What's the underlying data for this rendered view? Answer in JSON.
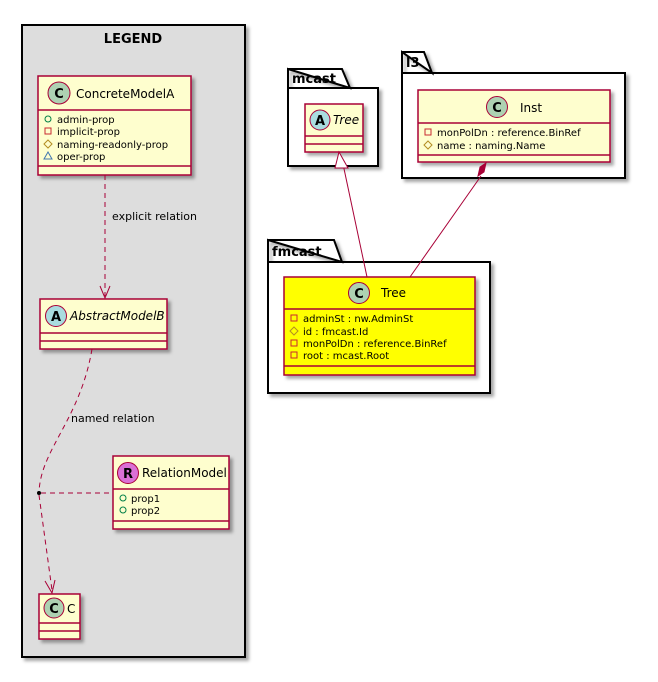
{
  "legend": {
    "title": "LEGEND",
    "concrete": {
      "stereotype": "C",
      "name": "ConcreteModelA",
      "members": [
        {
          "vis": "public",
          "label": "admin-prop"
        },
        {
          "vis": "private",
          "label": "implicit-prop"
        },
        {
          "vis": "protected",
          "label": "naming-readonly-prop"
        },
        {
          "vis": "package",
          "label": "oper-prop"
        }
      ]
    },
    "explicit_label": "explicit relation",
    "abstract": {
      "stereotype": "A",
      "name": "AbstractModelB"
    },
    "named_label": "named relation",
    "relation_model": {
      "stereotype": "R",
      "name": "RelationModel",
      "members": [
        {
          "vis": "public",
          "label": "prop1"
        },
        {
          "vis": "public",
          "label": "prop2"
        }
      ]
    },
    "c_class": {
      "stereotype": "C",
      "name": "C"
    }
  },
  "packages": {
    "mcast": {
      "name": "mcast",
      "tree": {
        "stereotype": "A",
        "name": "Tree"
      }
    },
    "l3": {
      "name": "l3",
      "inst": {
        "stereotype": "C",
        "name": "Inst",
        "members": [
          {
            "vis": "private",
            "label": "monPolDn : reference.BinRef"
          },
          {
            "vis": "protected",
            "label": "name : naming.Name"
          }
        ]
      }
    },
    "fmcast": {
      "name": "fmcast",
      "tree": {
        "stereotype": "C",
        "name": "Tree",
        "members": [
          {
            "vis": "private",
            "label": "adminSt : nw.AdminSt"
          },
          {
            "vis": "protected",
            "label": "id : fmcast.Id"
          },
          {
            "vis": "private",
            "label": "monPolDn : reference.BinRef"
          },
          {
            "vis": "private",
            "label": "root : mcast.Root"
          }
        ]
      }
    }
  },
  "colors": {
    "class_fill": "#FEFECE",
    "class_border": "#A80036",
    "highlight_fill": "#FFFF00",
    "legend_bg": "#DDDDDD",
    "badge_c": "#ADD1B2",
    "badge_a": "#A9DCDF",
    "badge_r": "#DA70D6"
  }
}
